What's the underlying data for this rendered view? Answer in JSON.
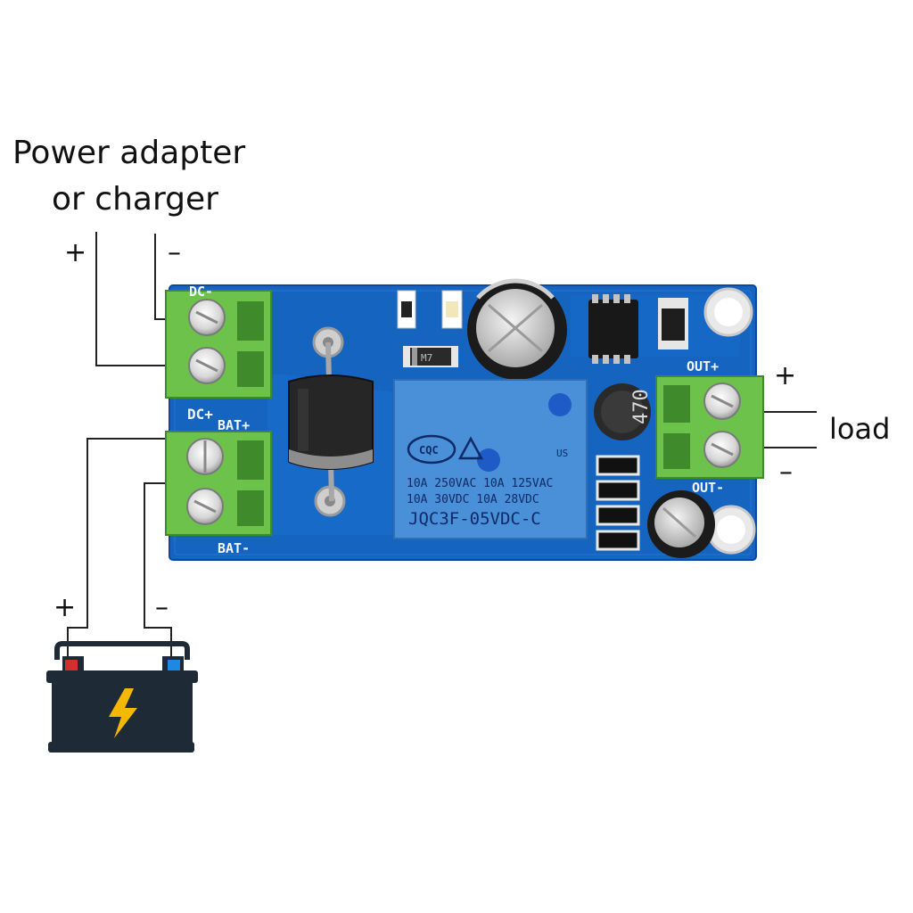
{
  "labels": {
    "source_line1": "Power adapter",
    "source_line2": "or charger",
    "load": "load",
    "plus": "+",
    "minus": "–"
  },
  "board": {
    "dc_minus": "DC-",
    "dc_plus": "DC+",
    "bat_plus": "BAT+",
    "bat_minus": "BAT-",
    "out_plus": "OUT+",
    "out_minus": "OUT-",
    "inductor": "470",
    "diode_small": "M7"
  },
  "relay": {
    "cert": "CQC",
    "us": "US",
    "spec_line1": "10A 250VAC  10A 125VAC",
    "spec_line2": "10A  30VDC  10A  28VDC",
    "model": "JQC3F-05VDC-C"
  },
  "colors": {
    "pcb": "#1565c0",
    "terminal": "#6cc24a",
    "relay": "#4a90d9",
    "battery": "#1e2b36",
    "bolt": "#f5b800"
  }
}
